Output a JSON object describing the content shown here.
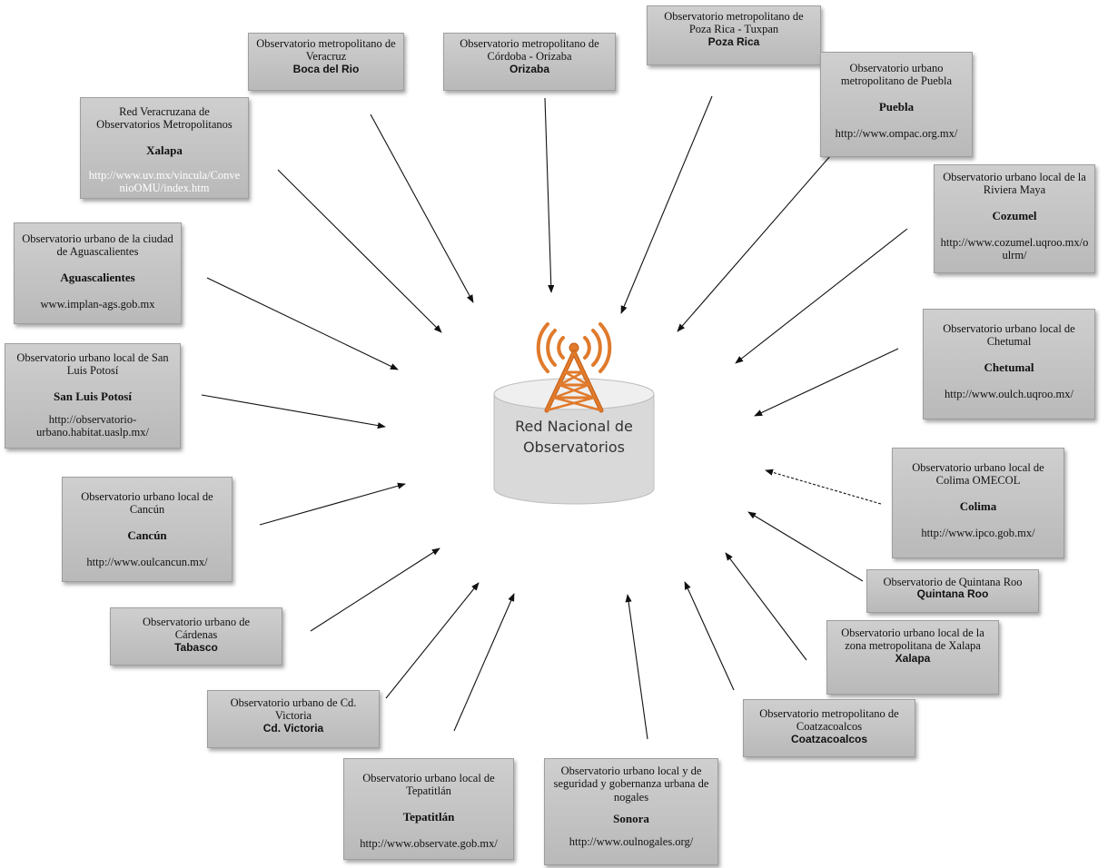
{
  "center": {
    "line1": "Red Nacional de",
    "line2": "Observatorios",
    "icon": "radio-tower-icon",
    "accent_color": "#e07a2c",
    "cylinder_color": "#d9d9d9"
  },
  "nodes": [
    {
      "id": "veracruz",
      "text": "Observatorio metropolitano de Veracruz",
      "bold": "Boca del Rio"
    },
    {
      "id": "cordoba",
      "text": "Observatorio metropolitano de Córdoba - Orizaba",
      "bold": "Orizaba"
    },
    {
      "id": "pozarica",
      "text": "Observatorio metropolitano de Poza Rica - Tuxpan",
      "bold": "Poza Rica"
    },
    {
      "id": "puebla",
      "text": "Observatorio urbano metropolitano de Puebla",
      "bold": "Puebla",
      "url": "http://www.ompac.org.mx/"
    },
    {
      "id": "redveracruzana",
      "text": "Red Veracruzana de Observatorios Metropolitanos",
      "bold": "Xalapa",
      "url": "http://www.uv.mx/vincula/ConvenioOMU/index.htm"
    },
    {
      "id": "rivieramaya",
      "text": "Observatorio urbano local de la Riviera Maya",
      "bold": "Cozumel",
      "url": "http://www.cozumel.uqroo.mx/oulrm/"
    },
    {
      "id": "aguascalientes",
      "text": "Observatorio urbano de la ciudad de Aguascalientes",
      "bold": "Aguascalientes",
      "url": "www.implan-ags.gob.mx"
    },
    {
      "id": "chetumal",
      "text": "Observatorio urbano local de Chetumal",
      "bold": "Chetumal",
      "url": "http://www.oulch.uqroo.mx/"
    },
    {
      "id": "sanluis",
      "text": "Observatorio urbano local de San Luis Potosí",
      "bold": "San Luis Potosí",
      "url": "http://observatorio-urbano.habitat.uaslp.mx/"
    },
    {
      "id": "colima",
      "text": "Observatorio urbano local de Colima OMECOL",
      "bold": "Colima",
      "url": "http://www.ipco.gob.mx/"
    },
    {
      "id": "cancun",
      "text": "Observatorio urbano local de Cancún",
      "bold": "Cancún",
      "url": "http://www.oulcancun.mx/"
    },
    {
      "id": "quintanaroo",
      "text": "Observatorio de Quintana Roo",
      "bold": "Quintana Roo"
    },
    {
      "id": "cardenas",
      "text": "Observatorio urbano de Cárdenas",
      "bold": "Tabasco"
    },
    {
      "id": "xalapa2",
      "text": "Observatorio urbano local de la zona metropolitana de Xalapa",
      "bold": "Xalapa"
    },
    {
      "id": "victoria",
      "text": "Observatorio urbano de Cd. Victoria",
      "bold": "Cd. Victoria"
    },
    {
      "id": "coatzacoalcos",
      "text": "Observatorio metropolitano de Coatzacoalcos",
      "bold": "Coatzacoalcos"
    },
    {
      "id": "tepatitlan",
      "text": "Observatorio urbano local de Tepatitlán",
      "bold": "Tepatitlán",
      "url": "http://www.observate.gob.mx/"
    },
    {
      "id": "sonora",
      "text": "Observatorio urbano local y de seguridad y gobernanza urbana de nogales",
      "bold": "Sonora",
      "url": "http://www.oulnogales.org/"
    }
  ]
}
